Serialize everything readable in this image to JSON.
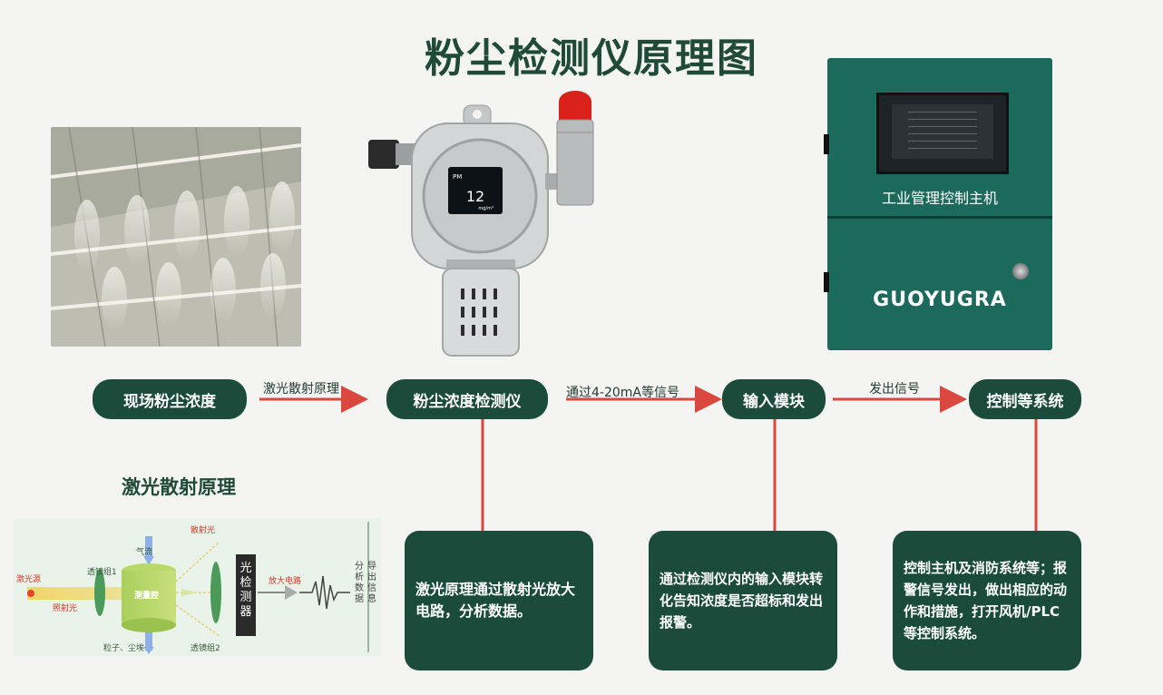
{
  "title": "粉尘检测仪原理图",
  "cabinet": {
    "label": "工业管理控制主机",
    "logo": "GUOYUGRA"
  },
  "detector": {
    "display_value": "12",
    "display_unit": "mg/m³",
    "display_label": "PM"
  },
  "flow": {
    "nodes": [
      "现场粉尘浓度",
      "粉尘浓度检测仪",
      "输入模块",
      "控制等系统"
    ],
    "arrow_labels": [
      "激光散射原理",
      "通过4-20mA等信号",
      "发出信号"
    ]
  },
  "boxes": [
    "激光原理通过散射光放大电路，分析数据。",
    "通过检测仪内的输入模块转化告知浓度是否超标和发出报警。",
    "控制主机及消防系统等；报警信号发出，做出相应的动作和措施，打开风机/PLC等控制系统。"
  ],
  "scatter_section": {
    "title": "激光散射原理",
    "labels": {
      "laser_source": "激光源",
      "incident_light": "照射光",
      "lens1": "透镜组1",
      "airflow": "气流",
      "measure_chamber": "测量腔",
      "scattered_light": "散射光",
      "lens2": "透镜组2",
      "particles": "粒子、尘埃",
      "detector": "光检测器",
      "amplifier": "放大电路",
      "analysis": "分析数据",
      "output": "导出信息"
    }
  },
  "colors": {
    "accent": "#1b4b3a",
    "arrow": "#d9473e",
    "cabinet": "#1c6a5b"
  }
}
